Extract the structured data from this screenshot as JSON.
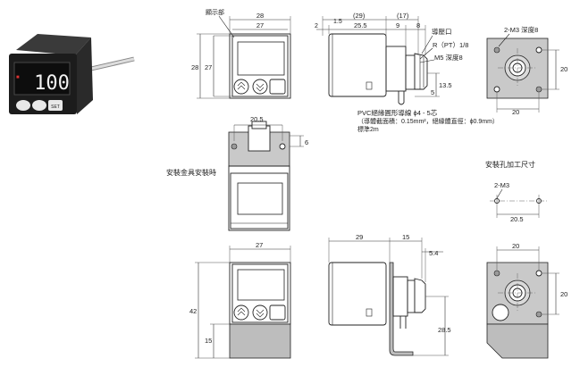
{
  "labels": {
    "display_part": "顯示部",
    "pressure_port": "導壓口",
    "thread_r": "R（PT）1/8",
    "thread_m5": "M5 深度8",
    "screw_2m3_depth": "2-M3 深度8",
    "cable_line1": "PVC絕緣圓形導線 ϕ4 - 5芯",
    "cable_line2": "（導體截面積：0.15mm²，絕緣體直徑：ϕ0.9mm）",
    "cable_line3": "標準2m",
    "bracket_mount": "安裝金具安裝時",
    "mounting_hole": "安裝孔加工尺寸",
    "screw_2m3": "2-M3"
  },
  "photo": {
    "display_value": "100",
    "set_label": "SET"
  },
  "dims": {
    "front_w_outer": "28",
    "front_w_inner": "27",
    "front_h_outer": "28",
    "front_h_inner": "27",
    "side_1_5": "1.5",
    "side_29": "(29)",
    "side_17": "(17)",
    "side_2": "2",
    "side_25_5": "25.5",
    "side_9": "9",
    "side_8": "8",
    "side_13_5": "13.5",
    "side_5": "5",
    "rear_20_h": "20",
    "rear_20_v": "20",
    "top_20_5": "20.5",
    "top_6": "6",
    "hole_20_5": "20.5",
    "b_front_27": "27",
    "b_front_42": "42",
    "b_front_15": "15",
    "b_side_29": "29",
    "b_side_15": "15",
    "b_side_5_4": "5.4",
    "b_side_28_5": "28.5",
    "b_rear_20_h": "20",
    "b_rear_20_v": "20"
  },
  "colors": {
    "body_grey": "#c9c9c9",
    "bracket_grey": "#bdbdbd",
    "photo_body": "#1a1a1a",
    "display_green": "#d8e6ff"
  }
}
